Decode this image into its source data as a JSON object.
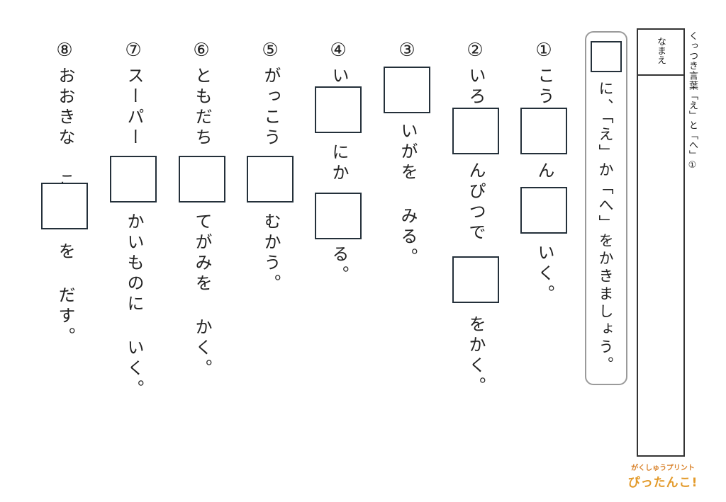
{
  "worksheet": {
    "title": "くっつき言葉「え」と「へ」①",
    "name_label": "なまえ",
    "instruction": "に、「え」か「へ」をかきましょう。",
    "questions": [
      {
        "number": "①",
        "parts": [
          "こう",
          "ん",
          "いく。"
        ]
      },
      {
        "number": "②",
        "parts": [
          "いろ",
          "んぴつで",
          "をかく。"
        ]
      },
      {
        "number": "③",
        "parts": [
          "いがを みる。"
        ]
      },
      {
        "number": "④",
        "parts": [
          "い",
          "にか",
          "る。"
        ]
      },
      {
        "number": "⑤",
        "parts": [
          "がっこう",
          "むかう。"
        ]
      },
      {
        "number": "⑥",
        "parts": [
          "ともだち",
          "てがみを かく。"
        ]
      },
      {
        "number": "⑦",
        "parts": [
          "スーパー",
          "かいものに いく。"
        ]
      },
      {
        "number": "⑧",
        "parts": [
          "おおきな こ",
          "を だす。"
        ]
      }
    ]
  },
  "logo": {
    "line1": "がくしゅうプリント",
    "line2": "ぴったんこ!"
  }
}
